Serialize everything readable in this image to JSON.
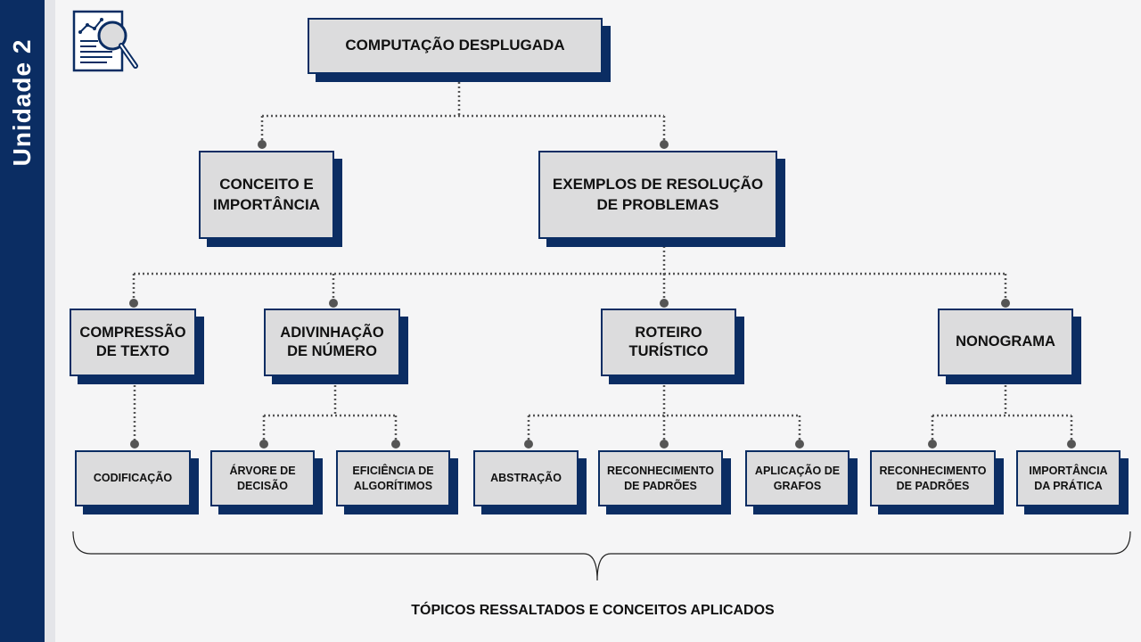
{
  "sidebar": {
    "label": "Unidade 2"
  },
  "logo": {
    "icon": "document-search-icon"
  },
  "diagram": {
    "root": "COMPUTAÇÃO DESPLUGADA",
    "level1": {
      "concept": "CONCEITO E IMPORTÂNCIA",
      "examples": "EXEMPLOS DE RESOLUÇÃO DE PROBLEMAS"
    },
    "level2": {
      "compression": "COMPRESSÃO DE TEXTO",
      "guessing": "ADIVINHAÇÃO DE NÚMERO",
      "route": "ROTEIRO TURÍSTICO",
      "nonogram": "NONOGRAMA"
    },
    "level3": {
      "coding": "CODIFICAÇÃO",
      "decision_tree": "ÁRVORE DE DECISÃO",
      "efficiency": "EFICIÊNCIA DE ALGORÍTIMOS",
      "abstraction": "ABSTRAÇÃO",
      "pattern_route": "RECONHECIMENTO DE PADRÕES",
      "graphs": "APLICAÇÃO DE GRAFOS",
      "pattern_nono": "RECONHECIMENTO DE PADRÕES",
      "practice": "IMPORTÂNCIA DA PRÁTICA"
    },
    "bracket_label": "TÓPICOS RESSALTADOS E CONCEITOS APLICADOS"
  },
  "colors": {
    "navy": "#0b2d63",
    "box_fill": "#dcdcdd",
    "connector": "#555555",
    "background": "#f5f5f6"
  }
}
